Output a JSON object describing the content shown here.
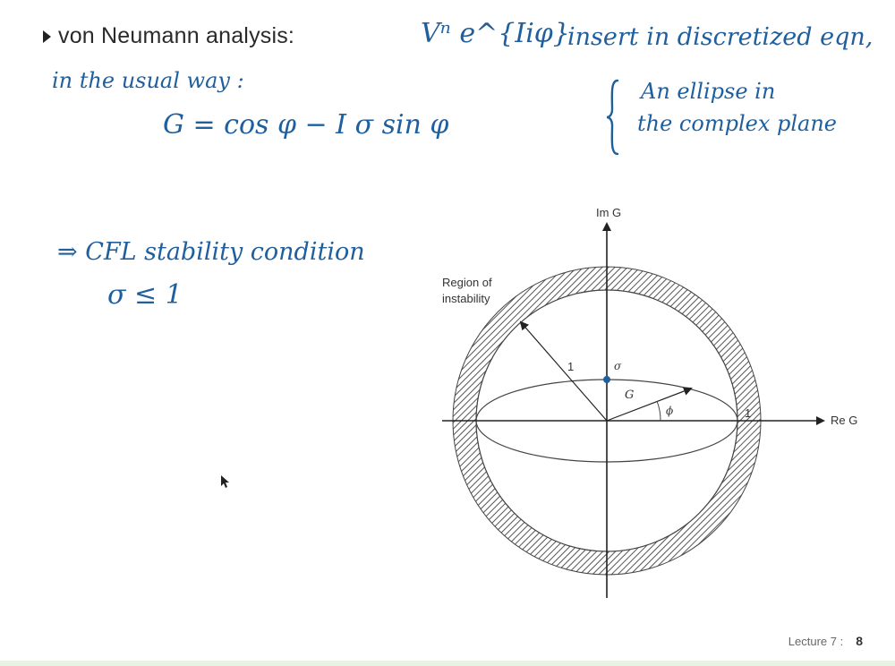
{
  "slide": {
    "bullet": "von Neumann analysis:",
    "footer": {
      "lecture": "Lecture 7 :",
      "page": "8"
    }
  },
  "handwriting": {
    "fourier_mode": "Vⁿ e^{Iiφ}",
    "insert_note": "insert in discretized eqn,",
    "usual_way": "in the usual way :",
    "amplification": "G =  cos φ  −  I σ sin φ",
    "ellipse_line1": "An ellipse in",
    "ellipse_line2": "the complex plane",
    "cfl_line1": "⇒ CFL stability condition",
    "cfl_line2": "σ ≤ 1"
  },
  "figure": {
    "im_axis_label": "Im G",
    "re_axis_label": "Re G",
    "region_label_1": "Region of",
    "region_label_2": "instability",
    "radius_label": "1",
    "sigma_label": "σ",
    "g_label": "G",
    "phi_label": "ϕ",
    "re_one_label": "1",
    "colors": {
      "ink": "#1f5f9e",
      "figure": "#333333",
      "sigma_dot": "#1f5f9e"
    }
  }
}
